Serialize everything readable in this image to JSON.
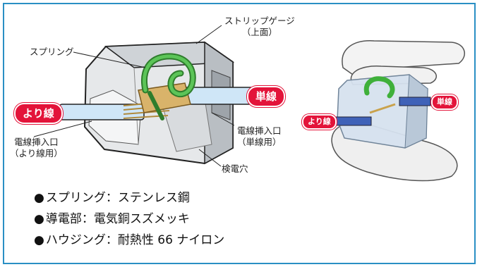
{
  "labels": {
    "strip_gauge_line1": "ストリップゲージ",
    "strip_gauge_line2": "（上面）",
    "spring": "スプリング",
    "stranded_wire": "より線",
    "solid_wire": "単線",
    "insert_stranded_line1": "電線挿入口",
    "insert_stranded_line2": "（より線用）",
    "insert_solid_line1": "電線挿入口",
    "insert_solid_line2": "（単線用）",
    "test_hole": "検電穴"
  },
  "photo_labels": {
    "solid_wire": "単線",
    "stranded_wire": "より線"
  },
  "specs": [
    {
      "bullet": "●",
      "text": "スプリング：ステンレス鋼"
    },
    {
      "bullet": "●",
      "text": "導電部：電気銅スズメッキ"
    },
    {
      "bullet": "●",
      "text": "ハウジング：耐熱性 66 ナイロン"
    }
  ],
  "colors": {
    "frame": "#2a8fc4",
    "badge": "#e3143a",
    "spring": "#3aa637",
    "conductor": "#d9b36a",
    "wire": "#cfe6f7"
  }
}
